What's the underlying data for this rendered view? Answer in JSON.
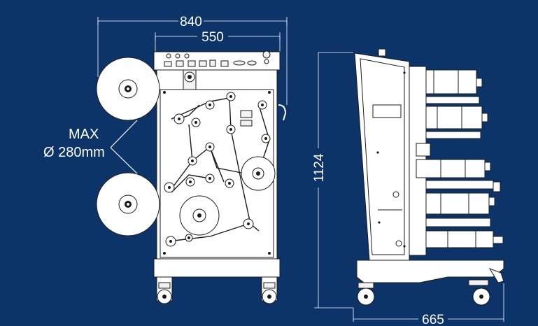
{
  "dimensions": {
    "overall_width": "840",
    "frame_width": "550",
    "height": "1124",
    "depth": "665"
  },
  "roll_label": {
    "line1": "MAX",
    "line2": "Ø 280mm"
  },
  "colors": {
    "background": "#0d3468",
    "line": "#ffffff",
    "machine_fill": "#ffffff",
    "machine_outline": "#1b1b1b"
  }
}
